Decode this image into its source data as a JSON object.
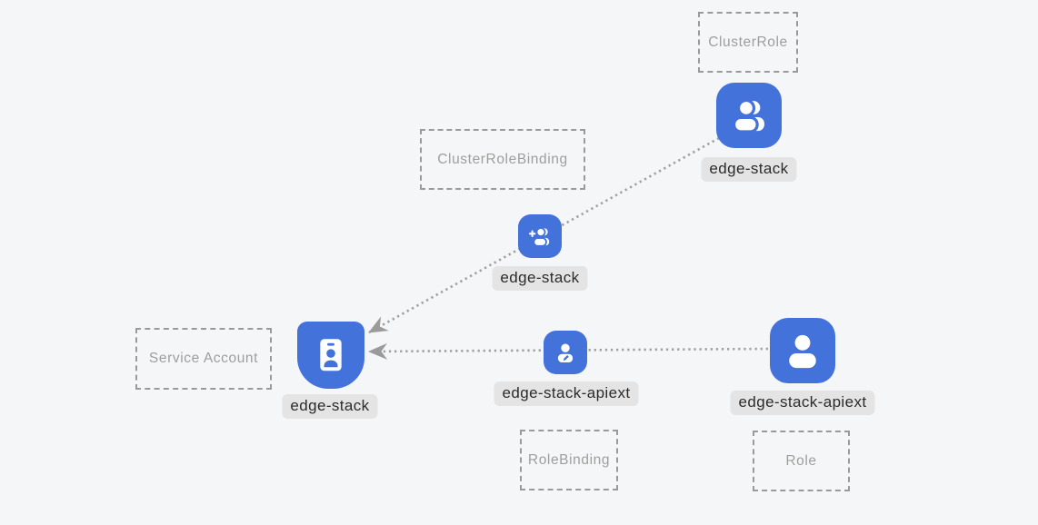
{
  "diagram": {
    "boxes": {
      "cluster_role": {
        "label": "ClusterRole"
      },
      "cluster_role_binding": {
        "label": "ClusterRoleBinding"
      },
      "service_account": {
        "label": "Service Account"
      },
      "role_binding": {
        "label": "RoleBinding"
      },
      "role": {
        "label": "Role"
      }
    },
    "nodes": {
      "cluster_role": {
        "name": "edge-stack",
        "icon": "users-group-icon"
      },
      "cluster_role_binding": {
        "name": "edge-stack",
        "icon": "user-plus-icon"
      },
      "service_account": {
        "name": "edge-stack",
        "icon": "id-badge-icon"
      },
      "role_binding": {
        "name": "edge-stack-apiext",
        "icon": "user-edit-icon"
      },
      "role": {
        "name": "edge-stack-apiext",
        "icon": "user-icon"
      }
    },
    "connectors": [
      {
        "from": "cluster_role",
        "to": "service_account",
        "style": "dotted-arrow"
      },
      {
        "from": "role",
        "to": "service_account",
        "style": "dotted-arrow"
      }
    ],
    "colors": {
      "background": "#f5f6f7",
      "icon_blue": "#4472db",
      "icon_glyph": "#ffffff",
      "label_pill_bg": "#e4e4e4",
      "label_text": "#2b2b2b",
      "box_border": "#9a9a9a",
      "box_text": "#9e9e9e",
      "connector": "#a0a0a0"
    }
  }
}
